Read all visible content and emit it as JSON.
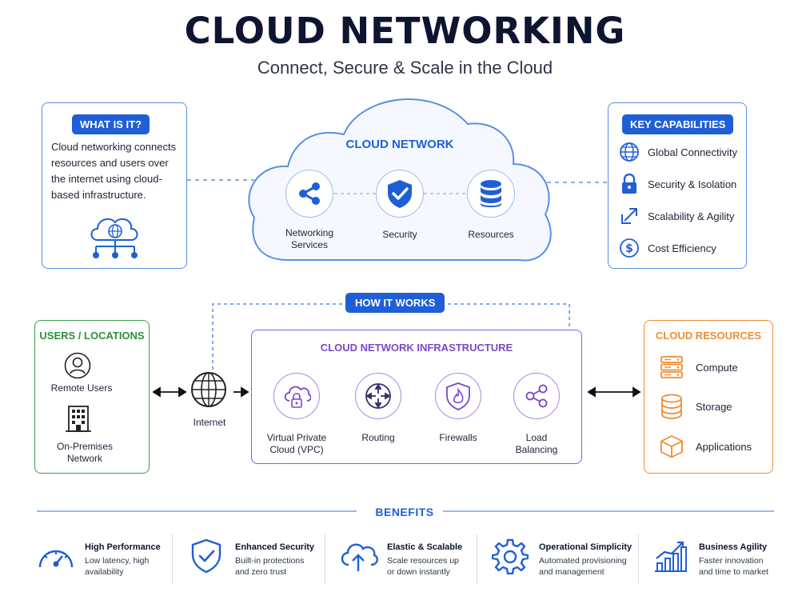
{
  "header": {
    "title": "CLOUD NETWORKING",
    "subtitle": "Connect, Secure & Scale in the Cloud"
  },
  "what_is_it": {
    "label": "WHAT IS IT?",
    "lines": [
      "Cloud networking connects",
      "resources and users over",
      "the internet using cloud-",
      "based infrastructure."
    ]
  },
  "cloud_network": {
    "title": "CLOUD NETWORK",
    "items": [
      {
        "label_lines": [
          "Networking",
          "Services"
        ],
        "icon": "share-nodes-icon"
      },
      {
        "label_lines": [
          "Security"
        ],
        "icon": "shield-check-icon"
      },
      {
        "label_lines": [
          "Resources"
        ],
        "icon": "database-icon"
      }
    ]
  },
  "key_capabilities": {
    "label": "KEY CAPABILITIES",
    "items": [
      {
        "label": "Global Connectivity",
        "icon": "globe-icon"
      },
      {
        "label": "Security & Isolation",
        "icon": "lock-icon"
      },
      {
        "label": "Scalability & Agility",
        "icon": "expand-arrow-icon"
      },
      {
        "label": "Cost Efficiency",
        "icon": "dollar-icon"
      }
    ]
  },
  "how_it_works": {
    "label": "HOW IT WORKS"
  },
  "users_locations": {
    "title": "USERS / LOCATIONS",
    "items": [
      {
        "label_lines": [
          "Remote Users"
        ],
        "icon": "user-icon"
      },
      {
        "label_lines": [
          "On-Premises",
          "Network"
        ],
        "icon": "building-icon"
      }
    ]
  },
  "internet": {
    "label": "Internet",
    "icon": "globe-icon"
  },
  "infrastructure": {
    "title": "CLOUD NETWORK INFRASTRUCTURE",
    "items": [
      {
        "label_lines": [
          "Virtual Private",
          "Cloud (VPC)"
        ],
        "icon": "cloud-lock-icon"
      },
      {
        "label_lines": [
          "Routing"
        ],
        "icon": "router-icon"
      },
      {
        "label_lines": [
          "Firewalls"
        ],
        "icon": "firewall-icon"
      },
      {
        "label_lines": [
          "Load",
          "Balancing"
        ],
        "icon": "share-nodes-icon"
      }
    ]
  },
  "cloud_resources": {
    "title": "CLOUD RESOURCES",
    "items": [
      {
        "label": "Compute",
        "icon": "server-icon"
      },
      {
        "label": "Storage",
        "icon": "database-icon"
      },
      {
        "label": "Applications",
        "icon": "cube-icon"
      }
    ]
  },
  "benefits": {
    "title": "BENEFITS",
    "items": [
      {
        "title": "High Performance",
        "lines": [
          "Low latency, high",
          "availability"
        ],
        "icon": "gauge-icon"
      },
      {
        "title": "Enhanced Security",
        "lines": [
          "Built-in protections",
          "and zero trust"
        ],
        "icon": "shield-check-icon"
      },
      {
        "title": "Elastic & Scalable",
        "lines": [
          "Scale resources up",
          "or down instantly"
        ],
        "icon": "cloud-upload-icon"
      },
      {
        "title": "Operational Simplicity",
        "lines": [
          "Automated provisioning",
          "and management"
        ],
        "icon": "gear-icon"
      },
      {
        "title": "Business Agility",
        "lines": [
          "Faster innovation",
          "and time to market"
        ],
        "icon": "growth-chart-icon"
      }
    ]
  },
  "colors": {
    "primary_blue": "#1f5fd6",
    "green": "#3aa14a",
    "purple": "#8a5cd6",
    "orange": "#ef8d33",
    "dark": "#0d1530"
  }
}
